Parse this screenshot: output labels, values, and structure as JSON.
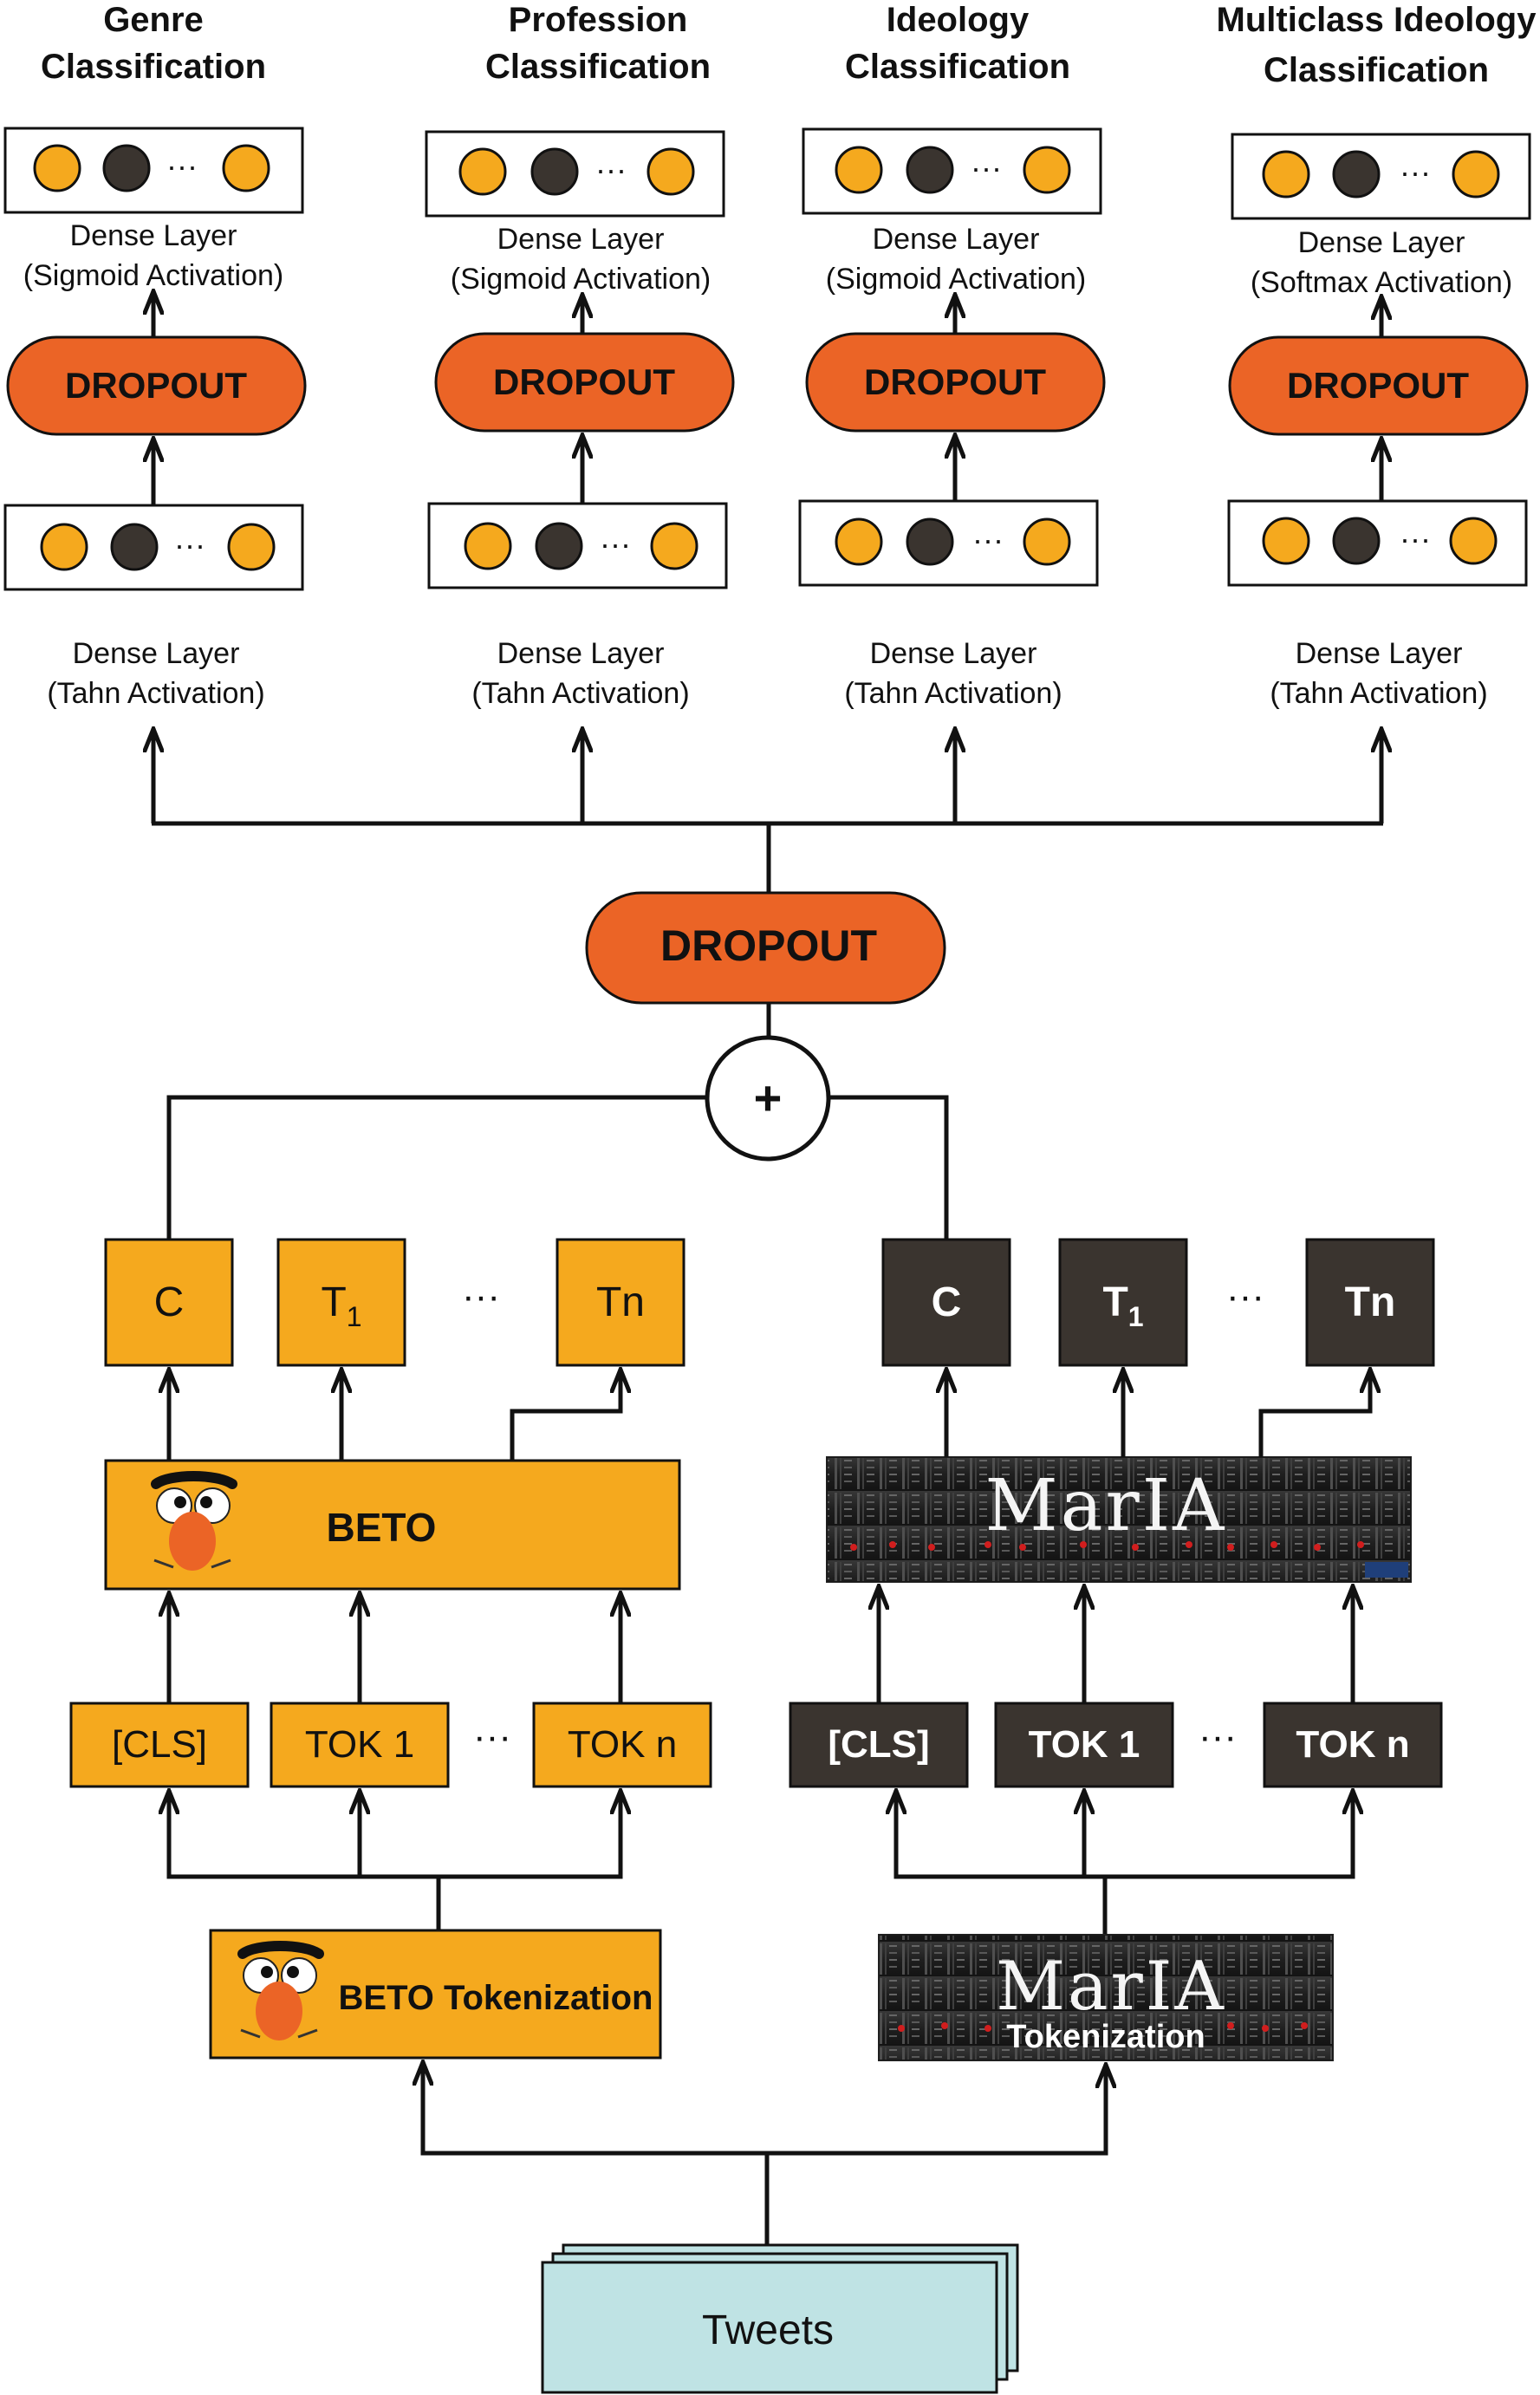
{
  "colors": {
    "orange": "#F5A91E",
    "dark": "#3A342F",
    "dropout": "#EB6426",
    "tweet": "#BFE3E4",
    "line": "#111111"
  },
  "heads": [
    {
      "title_line1": "Genre",
      "title_line2": "Classification",
      "top_label1": "Dense Layer",
      "top_label2": "(Sigmoid Activation)",
      "dropout": "DROPOUT",
      "bottom_label1": "Dense Layer",
      "bottom_label2": "(Tahn Activation)",
      "dots": "···"
    },
    {
      "title_line1": "Profession",
      "title_line2": "Classification",
      "top_label1": "Dense Layer",
      "top_label2": "(Sigmoid Activation)",
      "dropout": "DROPOUT",
      "bottom_label1": "Dense Layer",
      "bottom_label2": "(Tahn Activation)",
      "dots": "···"
    },
    {
      "title_line1": "Ideology",
      "title_line2": "Classification",
      "top_label1": "Dense Layer",
      "top_label2": "(Sigmoid Activation)",
      "dropout": "DROPOUT",
      "bottom_label1": "Dense Layer",
      "bottom_label2": "(Tahn Activation)",
      "dots": "···"
    },
    {
      "title_line1": "Multiclass Ideology",
      "title_line2": "Classification",
      "top_label1": "Dense Layer",
      "top_label2": "(Softmax Activation)",
      "dropout": "DROPOUT",
      "bottom_label1": "Dense Layer",
      "bottom_label2": "(Tahn Activation)",
      "dots": "···"
    }
  ],
  "merge": {
    "dropout": "DROPOUT",
    "plus": "+"
  },
  "beto": {
    "outputs": {
      "c": "C",
      "t1": "T",
      "t1_sub": "1",
      "tn": "Tn",
      "dots": "···"
    },
    "model": "BETO",
    "tokens": {
      "cls": "[CLS]",
      "tok1": "TOK 1",
      "tokn": "TOK n",
      "dots": "···"
    },
    "tokenizer": "BETO Tokenization"
  },
  "maria": {
    "outputs": {
      "c": "C",
      "t1": "T",
      "t1_sub": "1",
      "tn": "Tn",
      "dots": "···"
    },
    "model": "MarIA",
    "tokens": {
      "cls": "[CLS]",
      "tok1": "TOK 1",
      "tokn": "TOK n",
      "dots": "···"
    },
    "tokenizer_logo": "MarIA",
    "tokenizer": "Tokenization"
  },
  "input": "Tweets"
}
